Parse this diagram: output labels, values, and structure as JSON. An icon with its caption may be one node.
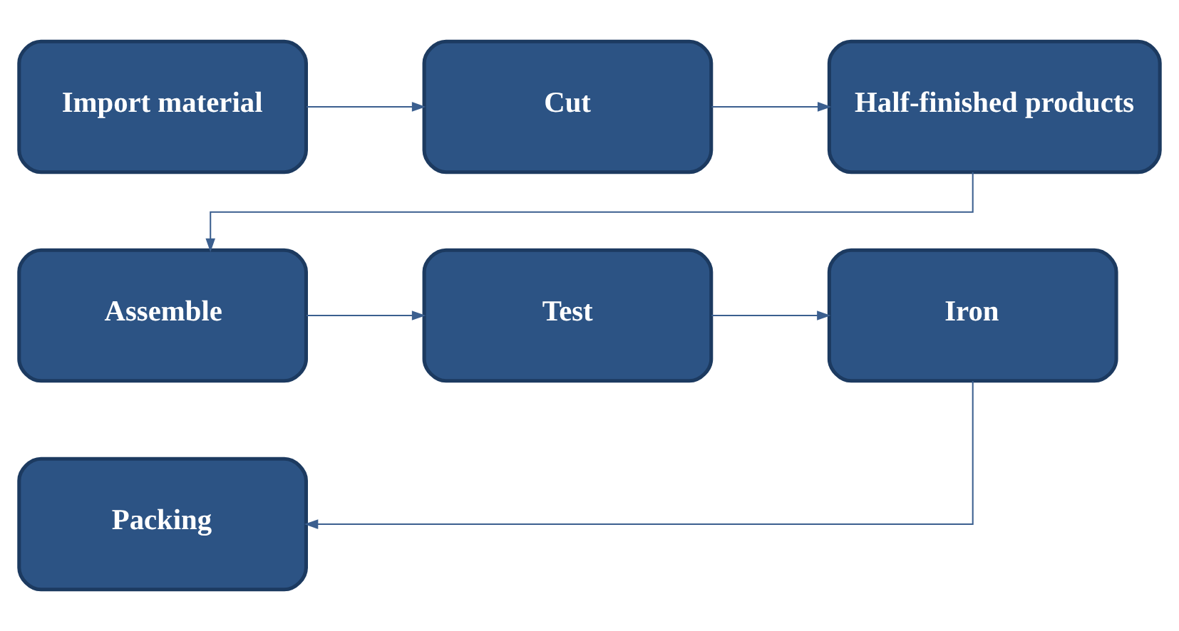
{
  "diagram": {
    "nodes": [
      {
        "text": [
          "Import material"
        ]
      },
      {
        "text": [
          "Cut"
        ]
      },
      {
        "text": [
          "Half-finished products"
        ]
      },
      {
        "text": [
          "Assemble"
        ]
      },
      {
        "text": [
          "Test"
        ]
      },
      {
        "text": [
          "Iron"
        ]
      },
      {
        "text": [
          "Packing"
        ]
      }
    ],
    "edges": [
      {
        "from": 0,
        "to": 1,
        "arrow": "to"
      },
      {
        "from": 1,
        "to": 2,
        "arrow": "to"
      },
      {
        "from": 2,
        "to": 3,
        "arrow": "to"
      },
      {
        "from": 3,
        "to": 4,
        "arrow": "to"
      },
      {
        "from": 4,
        "to": 5,
        "arrow": "to"
      },
      {
        "from": 5,
        "to": 6,
        "arrow": "to"
      }
    ]
  }
}
